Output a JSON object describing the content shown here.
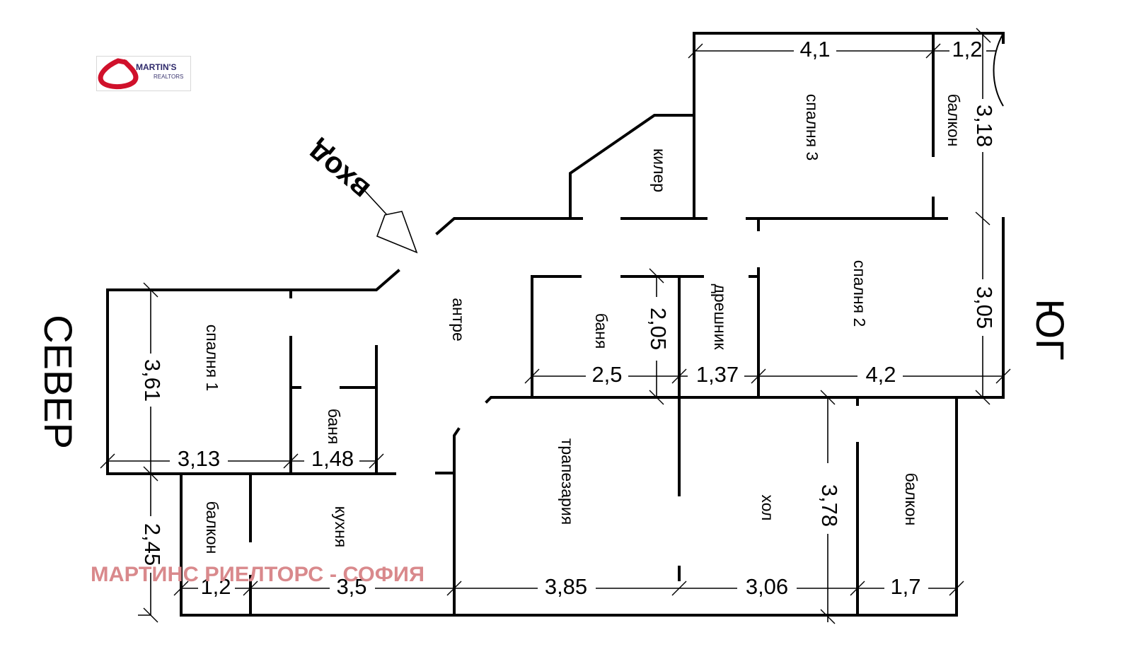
{
  "logo": {
    "name": "MARTIN'S",
    "subtitle": "REALTORS",
    "brand_color": "#d0112b",
    "text_color": "#2f2a6b"
  },
  "watermark": {
    "text": "МАРТИНС РИЕЛТОРС - СОФИЯ",
    "color": "#d9898c"
  },
  "compass": {
    "north": "СЕВЕР",
    "south": "ЮГ"
  },
  "entrance": {
    "label": "вход"
  },
  "rooms": {
    "bedroom1": "спалня 1",
    "bedroom2": "спалня 2",
    "bedroom3": "спалня 3",
    "bathroom_north": "баня",
    "bathroom_center": "баня",
    "closet": "килер",
    "wardrobe": "дрешник",
    "hall_entry": "антре",
    "dining": "трапезария",
    "living": "хол",
    "kitchen": "кухня",
    "balcony_north": "балкон",
    "balcony_south": "балкон",
    "balcony_bedroom3": "балкон"
  },
  "dimensions": {
    "bedroom3_width": "4,1",
    "balcony3_width": "1,2",
    "bedroom3_depth": "3,18",
    "bedroom2_depth": "3,05",
    "bedroom2_width": "4,2",
    "wardrobe_width": "1,37",
    "bath_center_width": "2,5",
    "bath_center_depth": "2,05",
    "bedroom1_depth": "3,61",
    "bedroom1_width": "3,13",
    "bath_north_width": "1,48",
    "kitchen_depth": "2,45",
    "balcony_north_width": "1,2",
    "kitchen_width": "3,5",
    "dining_width": "3,85",
    "living_width": "3,06",
    "living_depth": "3,78",
    "balcony_south_width": "1,7"
  }
}
